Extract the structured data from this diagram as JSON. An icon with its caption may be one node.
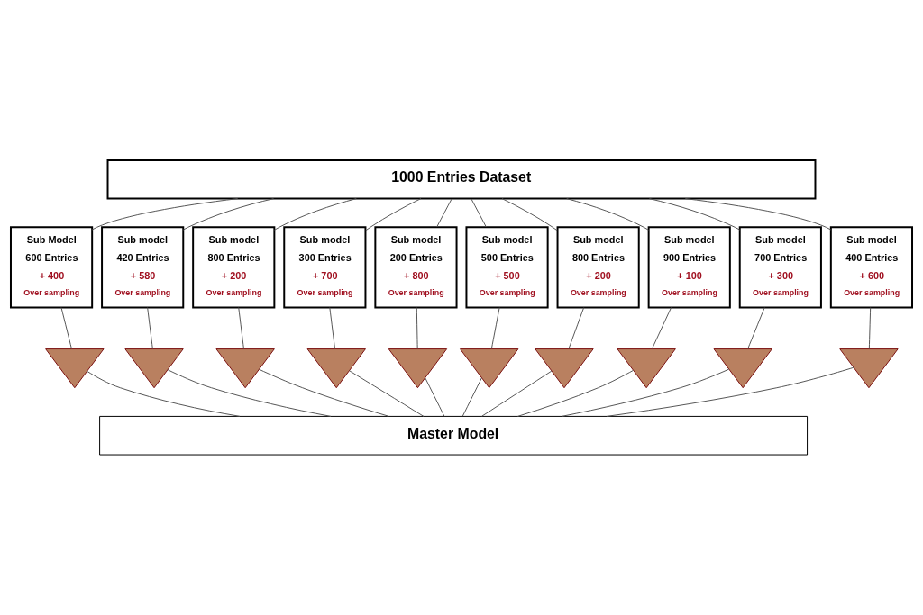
{
  "diagram": {
    "nodes": [
      {
        "text": [
          "1000 Entries Dataset"
        ]
      },
      {
        "text": [
          "Sub Model",
          "600 Entries",
          "+ 400",
          "Over sampling"
        ]
      },
      {
        "text": [
          "Sub model",
          "420 Entries",
          "+ 580",
          "Over sampling"
        ]
      },
      {
        "text": [
          "Sub model",
          "800 Entries",
          "+ 200",
          "Over sampling"
        ]
      },
      {
        "text": [
          "Sub model",
          "300 Entries",
          "+ 700",
          "Over sampling"
        ]
      },
      {
        "text": [
          "Sub model",
          "200 Entries",
          "+ 800",
          "Over sampling"
        ]
      },
      {
        "text": [
          "Sub model",
          "500 Entries",
          "+ 500",
          "Over sampling"
        ]
      },
      {
        "text": [
          "Sub model",
          "800 Entries",
          "+ 200",
          "Over sampling"
        ]
      },
      {
        "text": [
          "Sub model",
          "900 Entries",
          "+ 100",
          "Over sampling"
        ]
      },
      {
        "text": [
          "Sub model",
          "700 Entries",
          "+ 300",
          "Over sampling"
        ]
      },
      {
        "text": [
          "Sub model",
          "400 Entries",
          "+ 600",
          "Over sampling"
        ]
      },
      {
        "text": [],
        "shape": "tree"
      },
      {
        "text": [],
        "shape": "tree"
      },
      {
        "text": [],
        "shape": "tree"
      },
      {
        "text": [],
        "shape": "tree"
      },
      {
        "text": [],
        "shape": "tree"
      },
      {
        "text": [],
        "shape": "tree"
      },
      {
        "text": [],
        "shape": "tree"
      },
      {
        "text": [],
        "shape": "tree"
      },
      {
        "text": [],
        "shape": "tree"
      },
      {
        "text": [],
        "shape": "tree"
      },
      {
        "text": [
          "Master Model"
        ]
      }
    ],
    "edges": [
      {
        "from": 0,
        "to": 1,
        "arrow": "none"
      },
      {
        "from": 0,
        "to": 2,
        "arrow": "none"
      },
      {
        "from": 0,
        "to": 3,
        "arrow": "none"
      },
      {
        "from": 0,
        "to": 4,
        "arrow": "none"
      },
      {
        "from": 0,
        "to": 5,
        "arrow": "none"
      },
      {
        "from": 0,
        "to": 6,
        "arrow": "none"
      },
      {
        "from": 0,
        "to": 7,
        "arrow": "none"
      },
      {
        "from": 0,
        "to": 8,
        "arrow": "none"
      },
      {
        "from": 0,
        "to": 9,
        "arrow": "none"
      },
      {
        "from": 0,
        "to": 10,
        "arrow": "none"
      },
      {
        "from": 1,
        "to": 11,
        "arrow": "none"
      },
      {
        "from": 2,
        "to": 12,
        "arrow": "none"
      },
      {
        "from": 3,
        "to": 13,
        "arrow": "none"
      },
      {
        "from": 4,
        "to": 14,
        "arrow": "none"
      },
      {
        "from": 5,
        "to": 15,
        "arrow": "none"
      },
      {
        "from": 6,
        "to": 16,
        "arrow": "none"
      },
      {
        "from": 7,
        "to": 17,
        "arrow": "none"
      },
      {
        "from": 8,
        "to": 18,
        "arrow": "none"
      },
      {
        "from": 9,
        "to": 19,
        "arrow": "none"
      },
      {
        "from": 10,
        "to": 20,
        "arrow": "none"
      },
      {
        "from": 11,
        "to": 21,
        "arrow": "none"
      },
      {
        "from": 12,
        "to": 21,
        "arrow": "none"
      },
      {
        "from": 13,
        "to": 21,
        "arrow": "none"
      },
      {
        "from": 14,
        "to": 21,
        "arrow": "none"
      },
      {
        "from": 15,
        "to": 21,
        "arrow": "none"
      },
      {
        "from": 16,
        "to": 21,
        "arrow": "none"
      },
      {
        "from": 17,
        "to": 21,
        "arrow": "none"
      },
      {
        "from": 18,
        "to": 21,
        "arrow": "none"
      },
      {
        "from": 19,
        "to": 21,
        "arrow": "none"
      },
      {
        "from": 20,
        "to": 21,
        "arrow": "none"
      }
    ]
  }
}
